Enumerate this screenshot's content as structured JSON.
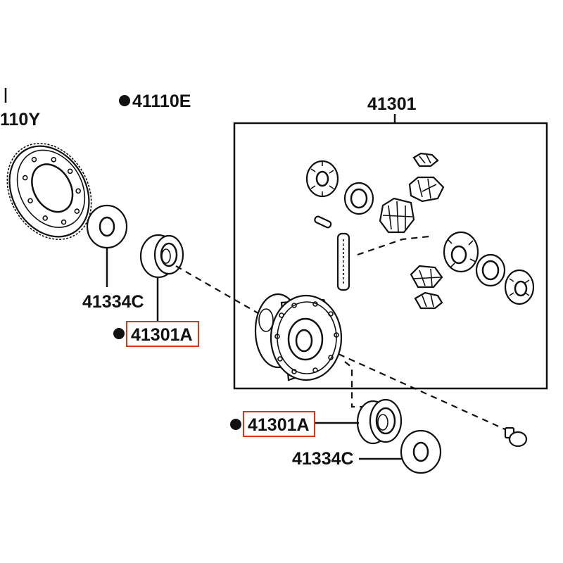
{
  "labels": {
    "partial_top_left": "110Y",
    "ring_gear": "41110E",
    "diff_assembly": "41301",
    "washer_left": "41334C",
    "bearing_left": "41301A",
    "bearing_right": "41301A",
    "washer_right": "41334C"
  },
  "highlight_color": "#e0341a"
}
